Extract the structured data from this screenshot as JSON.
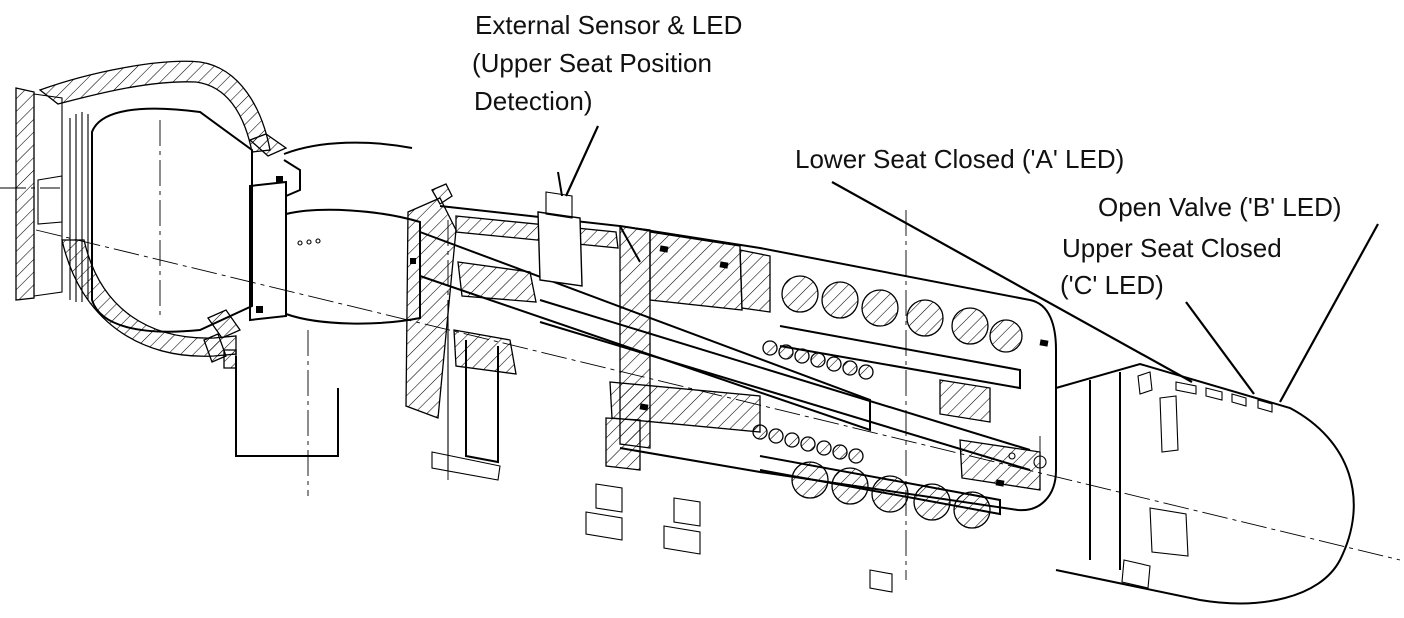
{
  "callouts": {
    "external_sensor": [
      "External Sensor & LED",
      "(Upper Seat Position",
      "Detection)"
    ],
    "lower_seat": [
      "Lower Seat Closed ('A' LED)"
    ],
    "open_valve": [
      "Open Valve ('B' LED)"
    ],
    "upper_seat": [
      "Upper Seat Closed",
      "('C' LED)"
    ]
  }
}
